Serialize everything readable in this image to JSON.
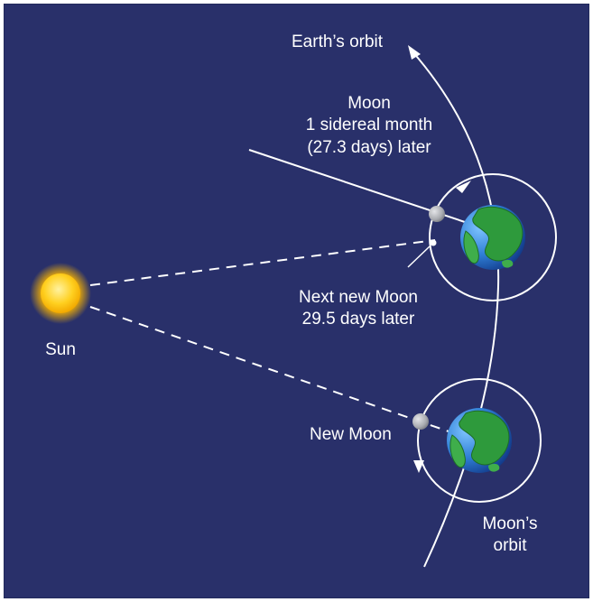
{
  "colors": {
    "background": "#29306a",
    "line": "#ffffff",
    "sun": "#ffd21a",
    "moon": "#b9bbc0",
    "ocean": "#2f7fd6",
    "land": "#2e9a3c"
  },
  "labels": {
    "earths_orbit": "Earth’s orbit",
    "moon_later_line1": "Moon",
    "moon_later_line2": "1 sidereal month",
    "moon_later_line3": "(27.3 days) later",
    "next_new_moon_line1": "Next new Moon",
    "next_new_moon_line2": "29.5 days later",
    "sun": "Sun",
    "new_moon": "New Moon",
    "moons_orbit_line1": "Moon’s",
    "moons_orbit_line2": "orbit"
  }
}
